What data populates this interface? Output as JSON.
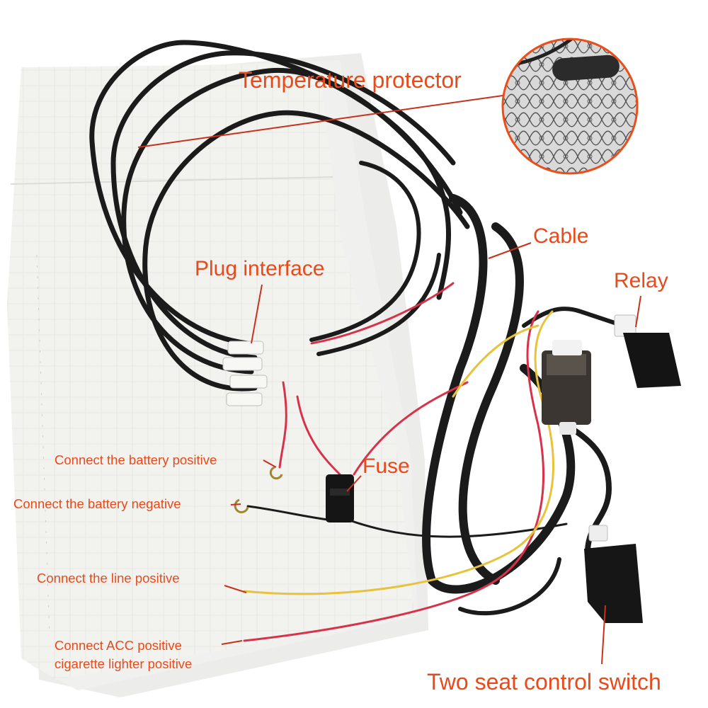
{
  "labels": {
    "temperature_protector": "Temperature protector",
    "cable": "Cable",
    "plug_interface": "Plug interface",
    "relay": "Relay",
    "fuse": "Fuse",
    "battery_positive": "Connect the battery positive",
    "battery_negative": "Connect the battery negative",
    "line_positive": "Connect the line positive",
    "acc_positive_line1": "Connect ACC positive",
    "acc_positive_line2": "cigarette lighter positive",
    "two_seat_switch": "Two seat control switch"
  },
  "colors": {
    "label_text": "#e84a1c",
    "leader_line": "#c8311b",
    "pad_fabric": "#f3f3f1",
    "cable_black": "#1b1b1b",
    "wire_red": "#d8324a",
    "wire_yellow": "#e8c23a",
    "magnifier_border": "#e94e1b"
  }
}
